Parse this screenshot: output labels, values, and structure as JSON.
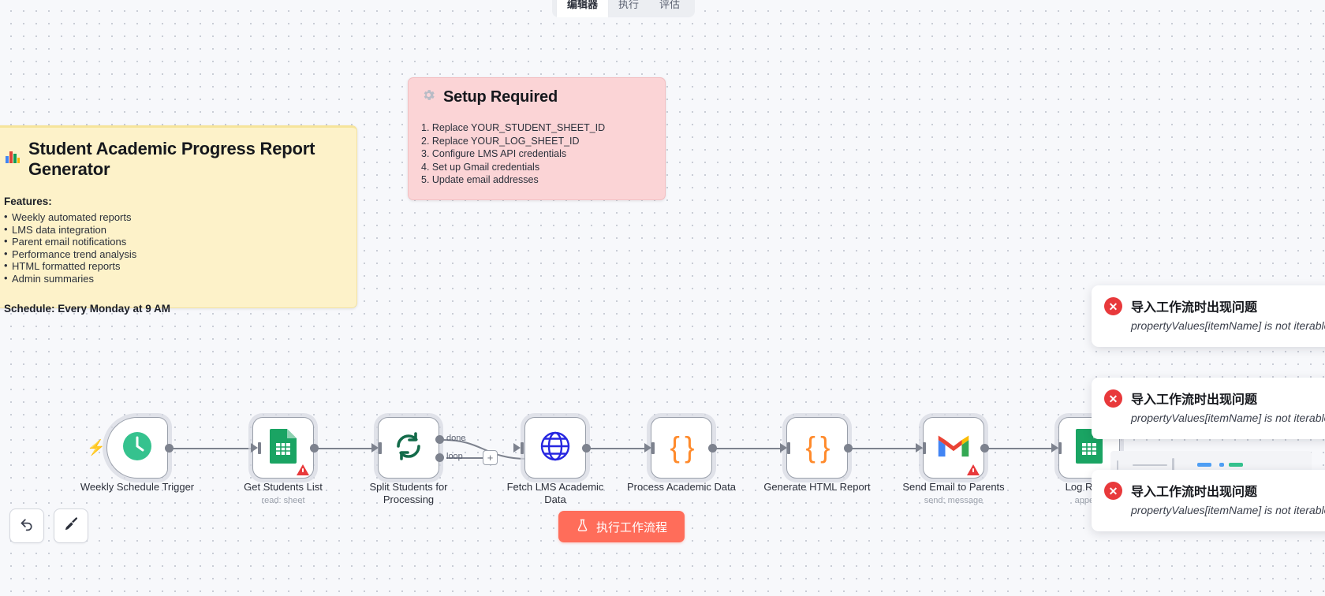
{
  "app": {
    "tabs": [
      {
        "label": "编辑器",
        "active": true
      },
      {
        "label": "执行",
        "active": false
      },
      {
        "label": "评估",
        "active": false
      }
    ]
  },
  "sticky_notes": [
    {
      "id": "overview",
      "color": "#fdf2c9",
      "icon": "bar-chart-icon",
      "title": "Student Academic Progress Report Generator",
      "features_heading": "Features:",
      "features": [
        "Weekly automated reports",
        "LMS data integration",
        "Parent email notifications",
        "Performance trend analysis",
        "HTML formatted reports",
        "Admin summaries"
      ],
      "schedule": "Schedule: Every Monday at 9 AM"
    },
    {
      "id": "setup",
      "color": "#fbd4d6",
      "icon": "gear-icon",
      "title": "Setup Required",
      "steps": [
        "Replace YOUR_STUDENT_SHEET_ID",
        "Replace YOUR_LOG_SHEET_ID",
        "Configure LMS API credentials",
        "Set up Gmail credentials",
        "Update email addresses"
      ]
    }
  ],
  "nodes": [
    {
      "id": "trigger",
      "label": "Weekly Schedule Trigger",
      "sub": "",
      "icon": "clock-icon",
      "warning": false,
      "shape": "trigger"
    },
    {
      "id": "sheets",
      "label": "Get Students List",
      "sub": "read: sheet",
      "icon": "google-sheets-icon",
      "warning": true,
      "shape": "square"
    },
    {
      "id": "split",
      "label": "Split Students for Processing",
      "sub": "",
      "icon": "loop-icon",
      "warning": false,
      "shape": "square"
    },
    {
      "id": "http",
      "label": "Fetch LMS Academic Data",
      "sub": "",
      "icon": "globe-icon",
      "warning": false,
      "shape": "square"
    },
    {
      "id": "code1",
      "label": "Process Academic Data",
      "sub": "",
      "icon": "code-braces-icon",
      "warning": false,
      "shape": "square"
    },
    {
      "id": "code2",
      "label": "Generate HTML Report",
      "sub": "",
      "icon": "code-braces-icon",
      "warning": false,
      "shape": "square"
    },
    {
      "id": "gmail",
      "label": "Send Email to Parents",
      "sub": "send: message",
      "icon": "gmail-icon",
      "warning": true,
      "shape": "square"
    },
    {
      "id": "log",
      "label": "Log Repor",
      "sub": "append",
      "icon": "google-sheets-icon",
      "warning": false,
      "shape": "square"
    }
  ],
  "ports": {
    "done_label": "done",
    "loop_label": "loop",
    "add_label": "+"
  },
  "toolbar": {
    "undo_icon": "undo-icon",
    "tidy_icon": "broom-icon"
  },
  "execute_button": {
    "label": "执行工作流程",
    "icon": "flask-icon",
    "color": "#ff6d5a"
  },
  "toasts": [
    {
      "title": "导入工作流时出现问题",
      "body": "propertyValues[itemName] is not iterable",
      "icon": "error-circle-icon"
    },
    {
      "title": "导入工作流时出现问题",
      "body": "propertyValues[itemName] is not iterable",
      "icon": "error-circle-icon"
    },
    {
      "title": "导入工作流时出现问题",
      "body": "propertyValues[itemName] is not iterable",
      "icon": "error-circle-icon"
    }
  ]
}
